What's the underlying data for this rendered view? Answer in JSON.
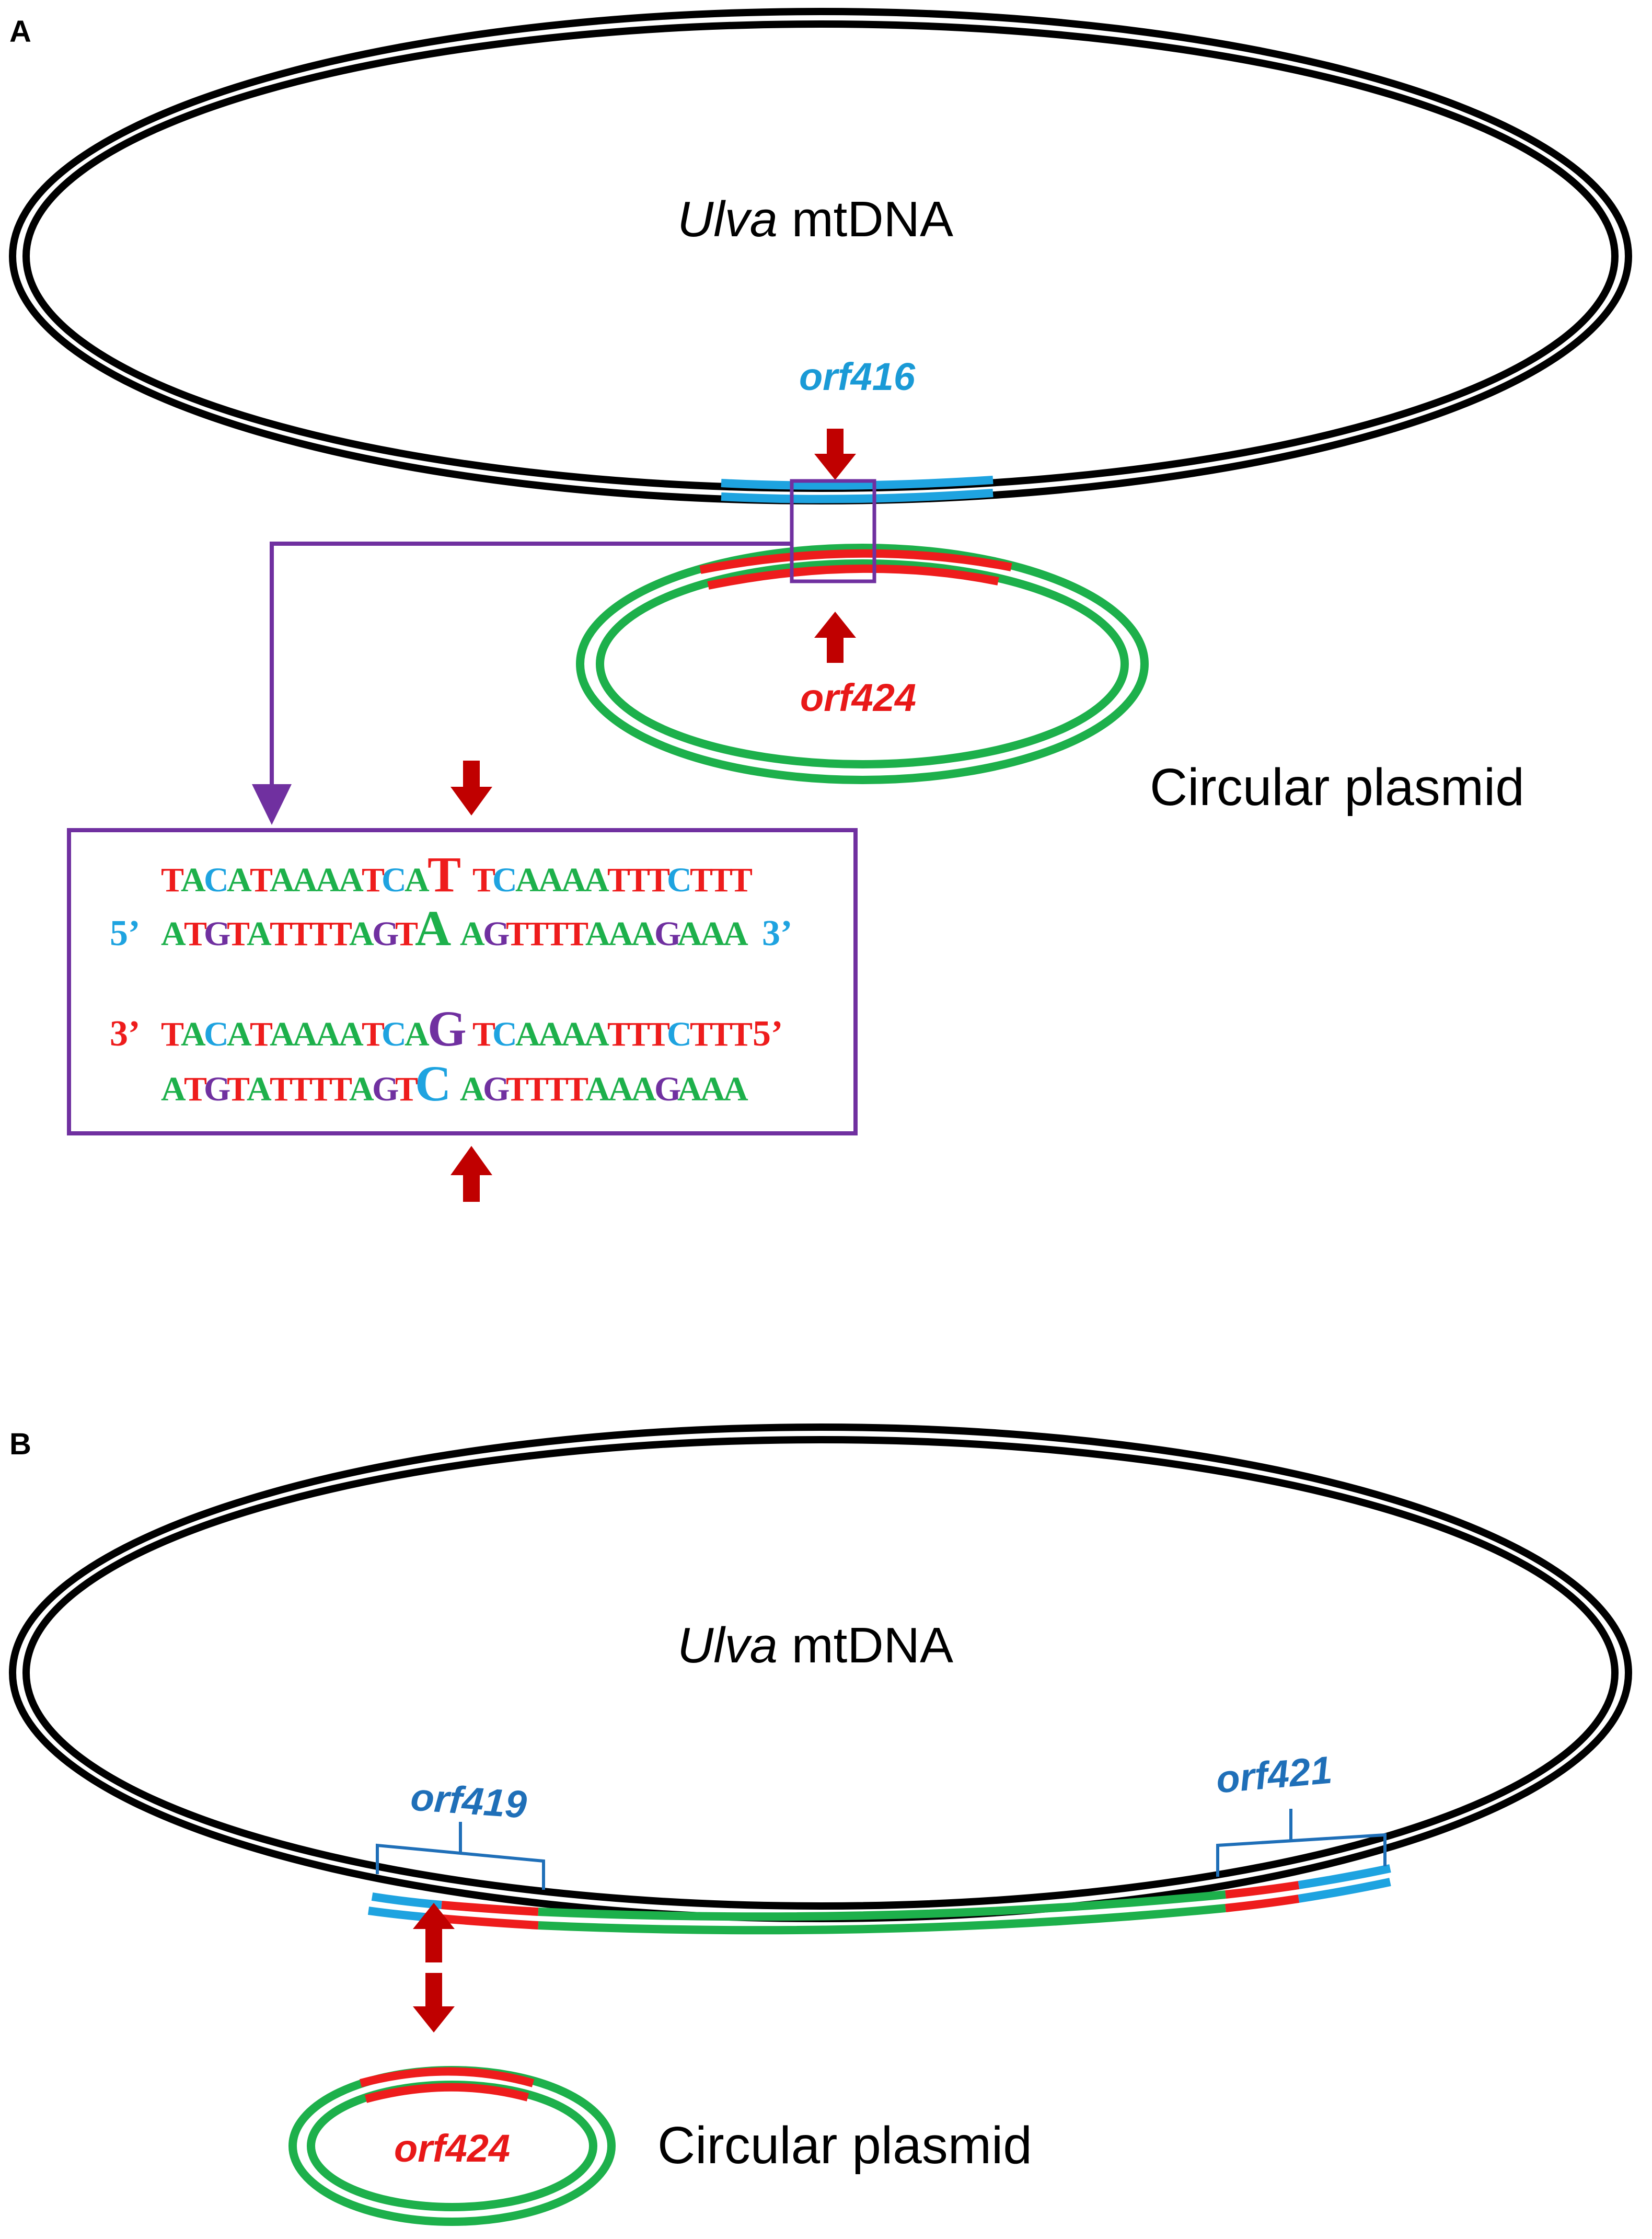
{
  "panel_a": {
    "label": "A",
    "mtdna_title_italic": "Ulva",
    "mtdna_title_rest": " mtDNA",
    "gene_top": "orf416",
    "gene_plasmid": "orf424",
    "plasmid_label": "Circular plasmid",
    "sequence": {
      "row1": [
        [
          "T",
          "r"
        ],
        [
          "A",
          "g"
        ],
        [
          "C",
          "b"
        ],
        [
          "A",
          "g"
        ],
        [
          "T",
          "r"
        ],
        [
          "A",
          "g"
        ],
        [
          "A",
          "g"
        ],
        [
          "A",
          "g"
        ],
        [
          "A",
          "g"
        ],
        [
          "T",
          "r"
        ],
        [
          "C",
          "b"
        ],
        [
          "A",
          "g"
        ],
        [
          "T",
          "R"
        ],
        [
          " ",
          ""
        ],
        [
          "T",
          "r"
        ],
        [
          "C",
          "b"
        ],
        [
          "A",
          "g"
        ],
        [
          "A",
          "g"
        ],
        [
          "A",
          "g"
        ],
        [
          "A",
          "g"
        ],
        [
          "T",
          "r"
        ],
        [
          "T",
          "r"
        ],
        [
          "T",
          "r"
        ],
        [
          "C",
          "b"
        ],
        [
          "T",
          "r"
        ],
        [
          "T",
          "r"
        ],
        [
          "T",
          "r"
        ]
      ],
      "row2_left": "5’",
      "row2": [
        [
          "A",
          "g"
        ],
        [
          "T",
          "r"
        ],
        [
          "G",
          "p"
        ],
        [
          "T",
          "r"
        ],
        [
          "A",
          "g"
        ],
        [
          "T",
          "r"
        ],
        [
          "T",
          "r"
        ],
        [
          "T",
          "r"
        ],
        [
          "T",
          "r"
        ],
        [
          "A",
          "g"
        ],
        [
          "G",
          "p"
        ],
        [
          "T",
          "r"
        ],
        [
          "A",
          "G"
        ],
        [
          " ",
          ""
        ],
        [
          "A",
          "g"
        ],
        [
          "G",
          "p"
        ],
        [
          "T",
          "r"
        ],
        [
          "T",
          "r"
        ],
        [
          "T",
          "r"
        ],
        [
          "T",
          "r"
        ],
        [
          "A",
          "g"
        ],
        [
          "A",
          "g"
        ],
        [
          "A",
          "g"
        ],
        [
          "G",
          "p"
        ],
        [
          "A",
          "g"
        ],
        [
          "A",
          "g"
        ],
        [
          "A",
          "g"
        ]
      ],
      "row2_right": "3’",
      "row3_left": "3’",
      "row3": [
        [
          "T",
          "r"
        ],
        [
          "A",
          "g"
        ],
        [
          "C",
          "b"
        ],
        [
          "A",
          "g"
        ],
        [
          "T",
          "r"
        ],
        [
          "A",
          "g"
        ],
        [
          "A",
          "g"
        ],
        [
          "A",
          "g"
        ],
        [
          "A",
          "g"
        ],
        [
          "T",
          "r"
        ],
        [
          "C",
          "b"
        ],
        [
          "A",
          "g"
        ],
        [
          "G",
          "P"
        ],
        [
          " ",
          ""
        ],
        [
          "T",
          "r"
        ],
        [
          "C",
          "b"
        ],
        [
          "A",
          "g"
        ],
        [
          "A",
          "g"
        ],
        [
          "A",
          "g"
        ],
        [
          "A",
          "g"
        ],
        [
          "T",
          "r"
        ],
        [
          "T",
          "r"
        ],
        [
          "T",
          "r"
        ],
        [
          "C",
          "b"
        ],
        [
          "T",
          "r"
        ],
        [
          "T",
          "r"
        ],
        [
          "T",
          "r"
        ]
      ],
      "row3_right": "5’",
      "row4": [
        [
          "A",
          "g"
        ],
        [
          "T",
          "r"
        ],
        [
          "G",
          "p"
        ],
        [
          "T",
          "r"
        ],
        [
          "A",
          "g"
        ],
        [
          "T",
          "r"
        ],
        [
          "T",
          "r"
        ],
        [
          "T",
          "r"
        ],
        [
          "T",
          "r"
        ],
        [
          "A",
          "g"
        ],
        [
          "G",
          "p"
        ],
        [
          "T",
          "r"
        ],
        [
          "C",
          "B"
        ],
        [
          " ",
          ""
        ],
        [
          "A",
          "g"
        ],
        [
          "G",
          "p"
        ],
        [
          "T",
          "r"
        ],
        [
          "T",
          "r"
        ],
        [
          "T",
          "r"
        ],
        [
          "T",
          "r"
        ],
        [
          "A",
          "g"
        ],
        [
          "A",
          "g"
        ],
        [
          "A",
          "g"
        ],
        [
          "G",
          "p"
        ],
        [
          "A",
          "g"
        ],
        [
          "A",
          "g"
        ],
        [
          "A",
          "g"
        ]
      ]
    }
  },
  "panel_b": {
    "label": "B",
    "mtdna_title_italic": "Ulva",
    "mtdna_title_rest": " mtDNA",
    "gene_left": "orf419",
    "gene_right": "orf421",
    "gene_plasmid": "orf424",
    "plasmid_label": "Circular plasmid"
  },
  "colors": {
    "black_strand": "#000000",
    "blue_segment": "#1ea3e0",
    "red_segment": "#ee1c1c",
    "green_segment": "#1db04b",
    "purple_box": "#7030a0",
    "dark_red_arrow": "#c00000",
    "nt_red": "#ee1c1c",
    "nt_green": "#1db04b",
    "nt_blue": "#1ea3e0",
    "nt_purple": "#7030a0"
  }
}
